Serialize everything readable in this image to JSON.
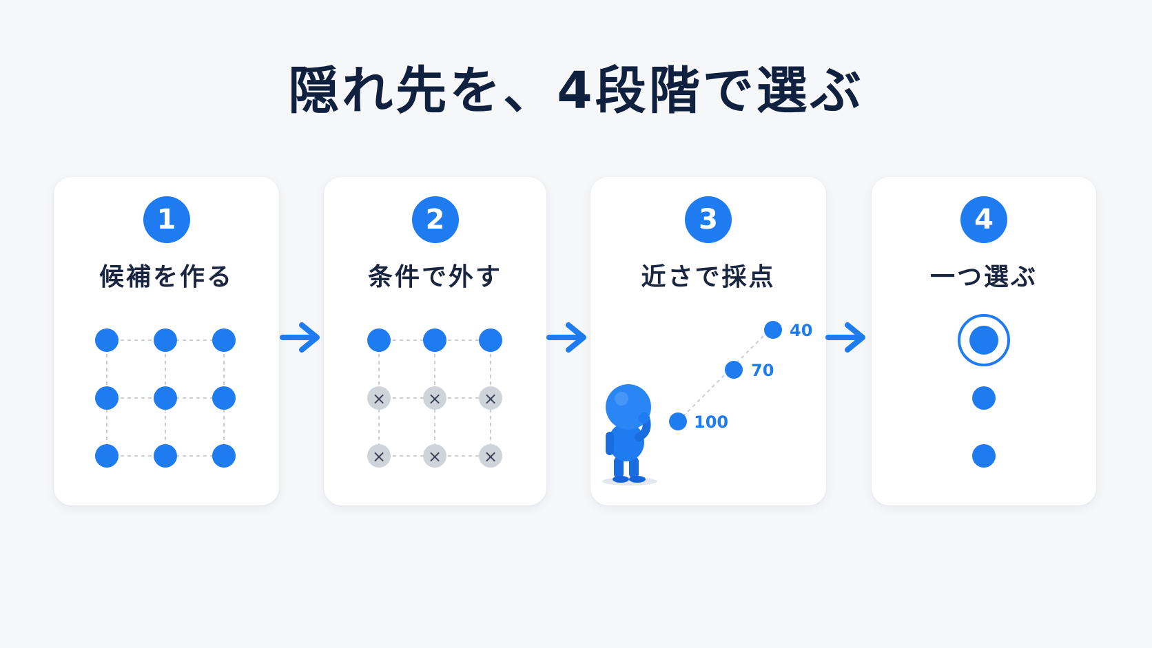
{
  "title": "隠れ先を、4段階で選ぶ",
  "colors": {
    "accent": "#1e7bf0",
    "background": "#f6f7f9",
    "card": "#ffffff",
    "excluded": "#cfd3da",
    "excluded_mark": "#3a4557",
    "connector": "#c9cdd4",
    "title": "#10213f"
  },
  "steps": [
    {
      "number": "1",
      "label": "候補を作る"
    },
    {
      "number": "2",
      "label": "条件で外す"
    },
    {
      "number": "3",
      "label": "近さで採点"
    },
    {
      "number": "4",
      "label": "一つ選ぶ"
    }
  ],
  "step2": {
    "excluded_mark": "×"
  },
  "step3": {
    "scores": [
      {
        "label": "100"
      },
      {
        "label": "70"
      },
      {
        "label": "40"
      }
    ]
  },
  "icons": {
    "arrow": "arrow-right-icon",
    "figure": "thinking-person-icon",
    "selected": "target-ring-icon"
  }
}
